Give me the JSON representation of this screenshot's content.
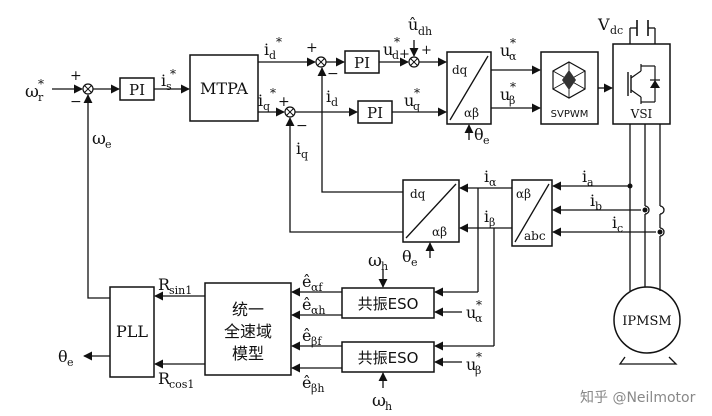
{
  "signals": {
    "omega_r_ref": "ω",
    "omega_r_ref_sub": "r",
    "star": "*",
    "is_ref": "i",
    "is_sub": "s",
    "id_ref": "i",
    "id_sub": "d",
    "iq_ref": "i",
    "iq_sub": "q",
    "ud_ref": "u",
    "ud_sub": "d",
    "uq_ref": "u",
    "uq_sub": "q",
    "udh_hat": "û",
    "udh_sub": "dh",
    "ualpha_ref": "u",
    "ualpha_sub": "α",
    "ubeta_ref": "u",
    "ubeta_sub": "β",
    "vdc": "V",
    "vdc_sub": "dc",
    "theta_e": "θ",
    "theta_e_sub": "e",
    "omega_e": "ω",
    "omega_e_sub": "e",
    "ialpha": "i",
    "ialpha_sub": "α",
    "ibeta": "i",
    "ibeta_sub": "β",
    "ia": "i",
    "ia_sub": "a",
    "ib": "i",
    "ib_sub": "b",
    "ic": "i",
    "ic_sub": "c",
    "omega_h": "ω",
    "omega_h_sub": "h",
    "e_hat": "ê",
    "e_af_sub": "αf",
    "e_ah_sub": "αh",
    "e_bf_sub": "βf",
    "e_bh_sub": "βh",
    "r_sin": "R",
    "r_sin_sub": "sin1",
    "r_cos": "R",
    "r_cos_sub": "cos1",
    "plus": "+",
    "minus": "−"
  },
  "blocks": {
    "pi": "PI",
    "mtpa": "MTPA",
    "svpwm": "SVPWM",
    "vsi": "VSI",
    "pll": "PLL",
    "ipmsm": "IPMSM",
    "dq": "dq",
    "alphabeta": "αβ",
    "abc": "abc",
    "eso": "共振ESO",
    "model_line1": "统一",
    "model_line2": "全速域",
    "model_line3": "模型"
  },
  "watermark": "知乎 @Neilmotor"
}
